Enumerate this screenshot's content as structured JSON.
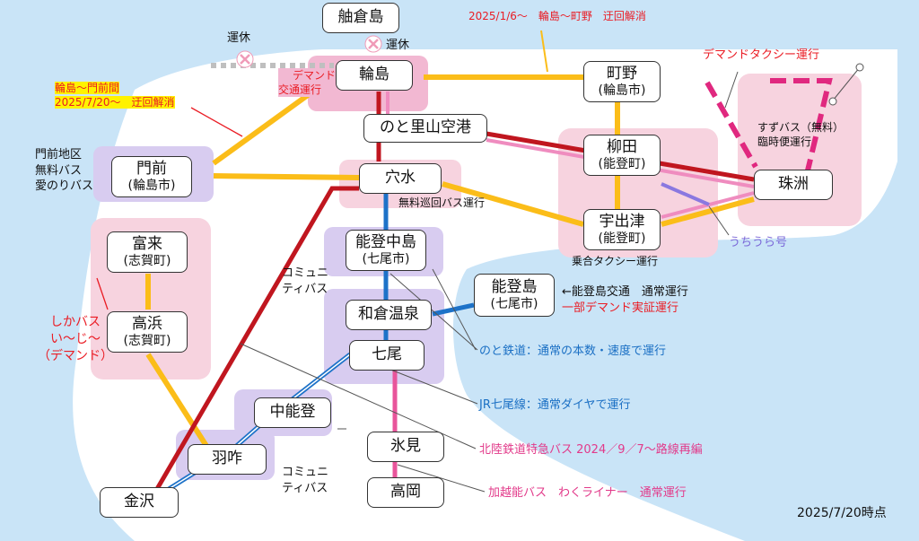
{
  "stations": {
    "hegurajima": "舳倉島",
    "wajima": "輪島",
    "machino": {
      "name": "町野",
      "sub": "(輪島市)"
    },
    "noto_satoyama_airport": "のと里山空港",
    "monzen": {
      "name": "門前",
      "sub": "(輪島市)"
    },
    "anamizu": "穴水",
    "yanagida": {
      "name": "柳田",
      "sub": "(能登町)"
    },
    "ushitsu": {
      "name": "宇出津",
      "sub": "(能登町)"
    },
    "suzu": "珠洲",
    "tomiki": {
      "name": "富来",
      "sub": "(志賀町)"
    },
    "takahama": {
      "name": "高浜",
      "sub": "(志賀町)"
    },
    "notonakajima": {
      "name": "能登中島",
      "sub": "(七尾市)"
    },
    "notojima": {
      "name": "能登島",
      "sub": "(七尾市)"
    },
    "wakuraonsen": "和倉温泉",
    "nanao": "七尾",
    "nakanoto": "中能登",
    "hakui": "羽咋",
    "himi": "氷見",
    "takaoka": "高岡",
    "kanazawa": "金沢"
  },
  "labels": {
    "suspended_1": "運休",
    "suspended_2": "運休",
    "machino_detour": "2025/1/6～　輪島～町野　迂回解消",
    "wajima_monzen_line1": "輪島～門前間",
    "wajima_monzen_line2": "2025/7/20～　迂回解消",
    "demand_transport_1": "デマンド",
    "demand_transport_2": "交通運行",
    "demand_taxi": "デマンドタクシー運行",
    "suzu_bus_1": "すずバス（無料）",
    "suzu_bus_2": "臨時便運行",
    "monzen_bus_1": "門前地区",
    "monzen_bus_2": "無料バス",
    "monzen_bus_3": "愛のりバス",
    "free_loop_bus": "無料巡回バス運行",
    "shared_taxi": "乗合タクシー運行",
    "uchiura": "うちうら号",
    "community_bus_1a": "コミュニ",
    "community_bus_1b": "ティバス",
    "community_bus_2a": "コミュニ",
    "community_bus_2b": "ティバス",
    "shika_bus_1": "しかバス",
    "shika_bus_2": "い～じ～",
    "shika_bus_3": "（デマンド）",
    "notojima_transport": "←能登島交通　通常運行",
    "notojima_demand": "一部デマンド実証運行",
    "noto_railway": "のと鉄道：通常の本数・速度で運行",
    "jr_nanao": "JR七尾線：通常ダイヤで運行",
    "hokuriku_express": "北陸鉄道特急バス 2024／9／7～路線再編",
    "kaetsuno_bus": "加越能バス　わくライナー　通常運行",
    "as_of": "2025/7/20時点"
  },
  "colors": {
    "sea": "#c9e4f7",
    "land": "#ffffff",
    "area_pink": "#f7d3df",
    "area_purple": "#d8ccf0",
    "orange_line": "#fbbd19",
    "dark_red_line": "#c0161f",
    "red_line": "#d7486d",
    "pink_line": "#e8559b",
    "light_pink_line": "#ef8cbf",
    "blue_line": "#1d72c8",
    "purple_line": "#8a78e0",
    "magenta_dash": "#e0287f",
    "gray_dash": "#bfbfbf"
  }
}
